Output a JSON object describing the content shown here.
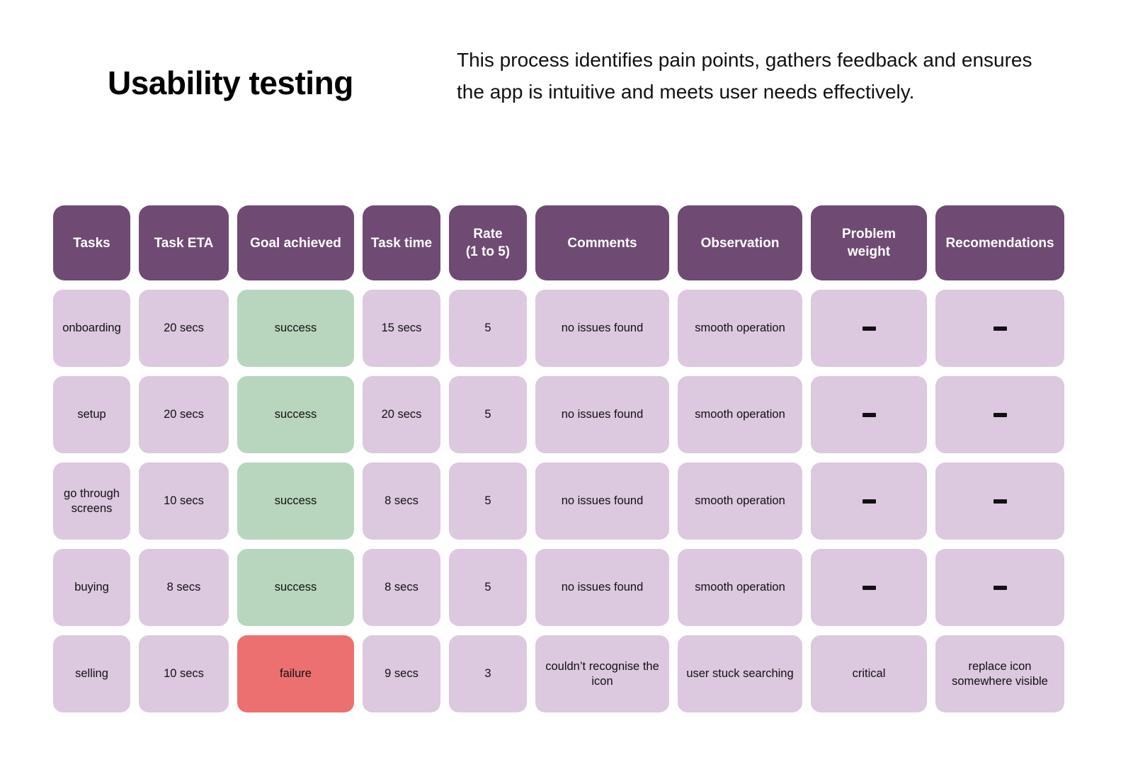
{
  "header": {
    "title": "Usability testing",
    "description": "This process identifies pain points, gathers feedback and ensures the app is intuitive and meets user needs effectively."
  },
  "colors": {
    "header_purple": "#6F4A73",
    "cell_lavender": "#DCC8DF",
    "success_green": "#B8D6BD",
    "failure_red": "#EC7070",
    "page_background": "#FFFFFF",
    "text_dark": "#111111",
    "text_light": "#FFFFFF"
  },
  "table": {
    "columns": [
      "Tasks",
      "Task ETA",
      "Goal achieved",
      "Task time",
      "Rate\n(1 to 5)",
      "Comments",
      "Observation",
      "Problem\nweight",
      "Recomendations"
    ],
    "column_labels": {
      "tasks": "Tasks",
      "task_eta": "Task ETA",
      "goal_achieved": "Goal achieved",
      "task_time": "Task time",
      "rate_line1": "Rate",
      "rate_line2": "(1 to 5)",
      "comments": "Comments",
      "observation": "Observation",
      "problem_weight_line1": "Problem",
      "problem_weight_line2": "weight",
      "recomendations": "Recomendations"
    },
    "rows": [
      {
        "tasks": "onboarding",
        "task_eta": "20 secs",
        "goal_achieved": "success",
        "goal_state": "success",
        "task_time": "15 secs",
        "rate": "5",
        "comments": "no issues found",
        "observation": "smooth operation",
        "problem_weight": "—",
        "recomendations": "—"
      },
      {
        "tasks": "setup",
        "task_eta": "20 secs",
        "goal_achieved": "success",
        "goal_state": "success",
        "task_time": "20 secs",
        "rate": "5",
        "comments": "no issues found",
        "observation": "smooth operation",
        "problem_weight": "—",
        "recomendations": "—"
      },
      {
        "tasks": "go through screens",
        "task_eta": "10 secs",
        "goal_achieved": "success",
        "goal_state": "success",
        "task_time": "8 secs",
        "rate": "5",
        "comments": "no issues found",
        "observation": "smooth operation",
        "problem_weight": "—",
        "recomendations": "—"
      },
      {
        "tasks": "buying",
        "task_eta": "8 secs",
        "goal_achieved": "success",
        "goal_state": "success",
        "task_time": "8 secs",
        "rate": "5",
        "comments": "no issues found",
        "observation": "smooth operation",
        "problem_weight": "—",
        "recomendations": "—"
      },
      {
        "tasks": "selling",
        "task_eta": "10 secs",
        "goal_achieved": "failure",
        "goal_state": "failure",
        "task_time": "9 secs",
        "rate": "3",
        "comments": "couldn’t recognise the icon",
        "observation": "user stuck searching",
        "problem_weight": "critical",
        "recomendations": "replace icon somewhere visible"
      }
    ]
  }
}
